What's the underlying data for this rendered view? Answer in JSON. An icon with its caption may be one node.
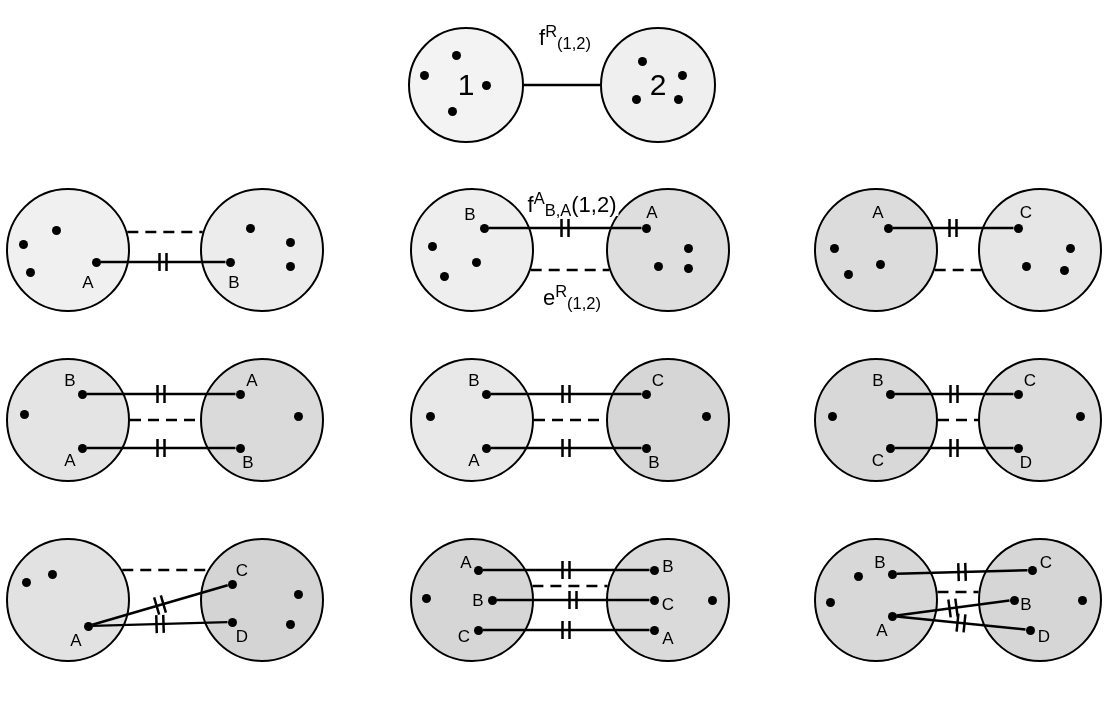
{
  "diagram": {
    "nodes": [
      {
        "text": [
          "1"
        ]
      },
      {
        "text": [
          "2"
        ]
      },
      {
        "text": [],
        "shape": "circle"
      },
      {
        "text": [],
        "shape": "circle",
        "in": 2,
        "beside": [
          "A"
        ]
      },
      {
        "text": [],
        "shape": "circle"
      },
      {
        "text": [],
        "shape": "circle",
        "in": 4,
        "beside": [
          "B"
        ]
      },
      {
        "text": [],
        "shape": "circle"
      },
      {
        "text": [],
        "shape": "circle",
        "in": 6,
        "beside": [
          "B"
        ]
      },
      {
        "text": [],
        "shape": "circle"
      },
      {
        "text": [],
        "shape": "circle",
        "in": 8,
        "beside": [
          "A"
        ]
      },
      {
        "text": [],
        "shape": "circle"
      },
      {
        "text": [],
        "shape": "circle",
        "in": 10,
        "beside": [
          "A"
        ]
      },
      {
        "text": [],
        "shape": "circle"
      },
      {
        "text": [],
        "shape": "circle",
        "in": 12,
        "beside": [
          "C"
        ]
      },
      {
        "text": [],
        "shape": "circle"
      },
      {
        "text": [],
        "shape": "circle",
        "in": 14,
        "beside": [
          "B"
        ]
      },
      {
        "text": [],
        "shape": "circle",
        "in": 14,
        "beside": [
          "A"
        ]
      },
      {
        "text": [],
        "shape": "circle"
      },
      {
        "text": [],
        "shape": "circle",
        "in": 17,
        "beside": [
          "A"
        ]
      },
      {
        "text": [],
        "shape": "circle",
        "in": 17,
        "beside": [
          "B"
        ]
      },
      {
        "text": [],
        "shape": "circle"
      },
      {
        "text": [],
        "shape": "circle",
        "in": 20,
        "beside": [
          "B"
        ]
      },
      {
        "text": [],
        "shape": "circle",
        "in": 20,
        "beside": [
          "A"
        ]
      },
      {
        "text": [],
        "shape": "circle"
      },
      {
        "text": [],
        "shape": "circle",
        "in": 23,
        "beside": [
          "C"
        ]
      },
      {
        "text": [],
        "shape": "circle",
        "in": 23,
        "beside": [
          "B"
        ]
      },
      {
        "text": [],
        "shape": "circle"
      },
      {
        "text": [],
        "shape": "circle",
        "in": 26,
        "beside": [
          "B"
        ]
      },
      {
        "text": [],
        "shape": "circle",
        "in": 26,
        "beside": [
          "C"
        ]
      },
      {
        "text": [],
        "shape": "circle"
      },
      {
        "text": [],
        "shape": "circle",
        "in": 29,
        "beside": [
          "C"
        ]
      },
      {
        "text": [],
        "shape": "circle",
        "in": 29,
        "beside": [
          "D"
        ]
      },
      {
        "text": [],
        "shape": "circle"
      },
      {
        "text": [],
        "shape": "circle",
        "in": 32,
        "beside": [
          "A"
        ]
      },
      {
        "text": [],
        "shape": "circle"
      },
      {
        "text": [],
        "shape": "circle",
        "in": 34,
        "beside": [
          "C"
        ]
      },
      {
        "text": [],
        "shape": "circle",
        "in": 34,
        "beside": [
          "D"
        ]
      },
      {
        "text": [],
        "shape": "circle"
      },
      {
        "text": [],
        "shape": "circle",
        "in": 37,
        "beside": [
          "A"
        ]
      },
      {
        "text": [],
        "shape": "circle",
        "in": 37,
        "beside": [
          "B"
        ]
      },
      {
        "text": [],
        "shape": "circle",
        "in": 37,
        "beside": [
          "C"
        ]
      },
      {
        "text": [],
        "shape": "circle"
      },
      {
        "text": [],
        "shape": "circle",
        "in": 41,
        "beside": [
          "B"
        ]
      },
      {
        "text": [],
        "shape": "circle",
        "in": 41,
        "beside": [
          "C"
        ]
      },
      {
        "text": [],
        "shape": "circle",
        "in": 41,
        "beside": [
          "A"
        ]
      },
      {
        "text": [],
        "shape": "circle"
      },
      {
        "text": [],
        "shape": "circle",
        "in": 45,
        "beside": [
          "B"
        ]
      },
      {
        "text": [],
        "shape": "circle",
        "in": 45,
        "beside": [
          "A"
        ]
      },
      {
        "text": [],
        "shape": "circle"
      },
      {
        "text": [],
        "shape": "circle",
        "in": 48,
        "beside": [
          "C"
        ]
      },
      {
        "text": [],
        "shape": "circle",
        "in": 48,
        "beside": [
          "B"
        ]
      },
      {
        "text": [],
        "shape": "circle",
        "in": 48,
        "beside": [
          "D"
        ]
      }
    ],
    "edges": [
      {
        "from": 0,
        "to": 1,
        "arrow": "none",
        "label": "f$^{R}$$_{(1,2)}$"
      },
      {
        "from": 3,
        "to": 5,
        "arrow": "none"
      },
      {
        "from": 2,
        "to": 4,
        "arrow": "none",
        "style": "dashed"
      },
      {
        "from": 7,
        "to": 9,
        "arrow": "none",
        "label": "f$^{A}$$_{B,A}$(1,2)"
      },
      {
        "from": 6,
        "to": 8,
        "arrow": "none",
        "style": "dashed",
        "label": "e$^{R}$$_{(1,2)}$"
      },
      {
        "from": 11,
        "to": 13,
        "arrow": "none"
      },
      {
        "from": 10,
        "to": 12,
        "arrow": "none",
        "style": "dashed"
      },
      {
        "from": 15,
        "to": 18,
        "arrow": "none"
      },
      {
        "from": 16,
        "to": 19,
        "arrow": "none"
      },
      {
        "from": 14,
        "to": 17,
        "arrow": "none",
        "style": "dashed"
      },
      {
        "from": 21,
        "to": 24,
        "arrow": "none"
      },
      {
        "from": 22,
        "to": 25,
        "arrow": "none"
      },
      {
        "from": 20,
        "to": 23,
        "arrow": "none",
        "style": "dashed"
      },
      {
        "from": 27,
        "to": 30,
        "arrow": "none"
      },
      {
        "from": 28,
        "to": 31,
        "arrow": "none"
      },
      {
        "from": 26,
        "to": 29,
        "arrow": "none",
        "style": "dashed"
      },
      {
        "from": 33,
        "to": 35,
        "arrow": "none"
      },
      {
        "from": 33,
        "to": 36,
        "arrow": "none"
      },
      {
        "from": 32,
        "to": 34,
        "arrow": "none",
        "style": "dashed"
      },
      {
        "from": 38,
        "to": 42,
        "arrow": "none"
      },
      {
        "from": 39,
        "to": 43,
        "arrow": "none"
      },
      {
        "from": 40,
        "to": 44,
        "arrow": "none"
      },
      {
        "from": 37,
        "to": 41,
        "arrow": "none",
        "style": "dashed"
      },
      {
        "from": 46,
        "to": 49,
        "arrow": "none"
      },
      {
        "from": 47,
        "to": 50,
        "arrow": "none"
      },
      {
        "from": 47,
        "to": 51,
        "arrow": "none"
      },
      {
        "from": 45,
        "to": 48,
        "arrow": "none",
        "style": "dashed"
      }
    ]
  }
}
